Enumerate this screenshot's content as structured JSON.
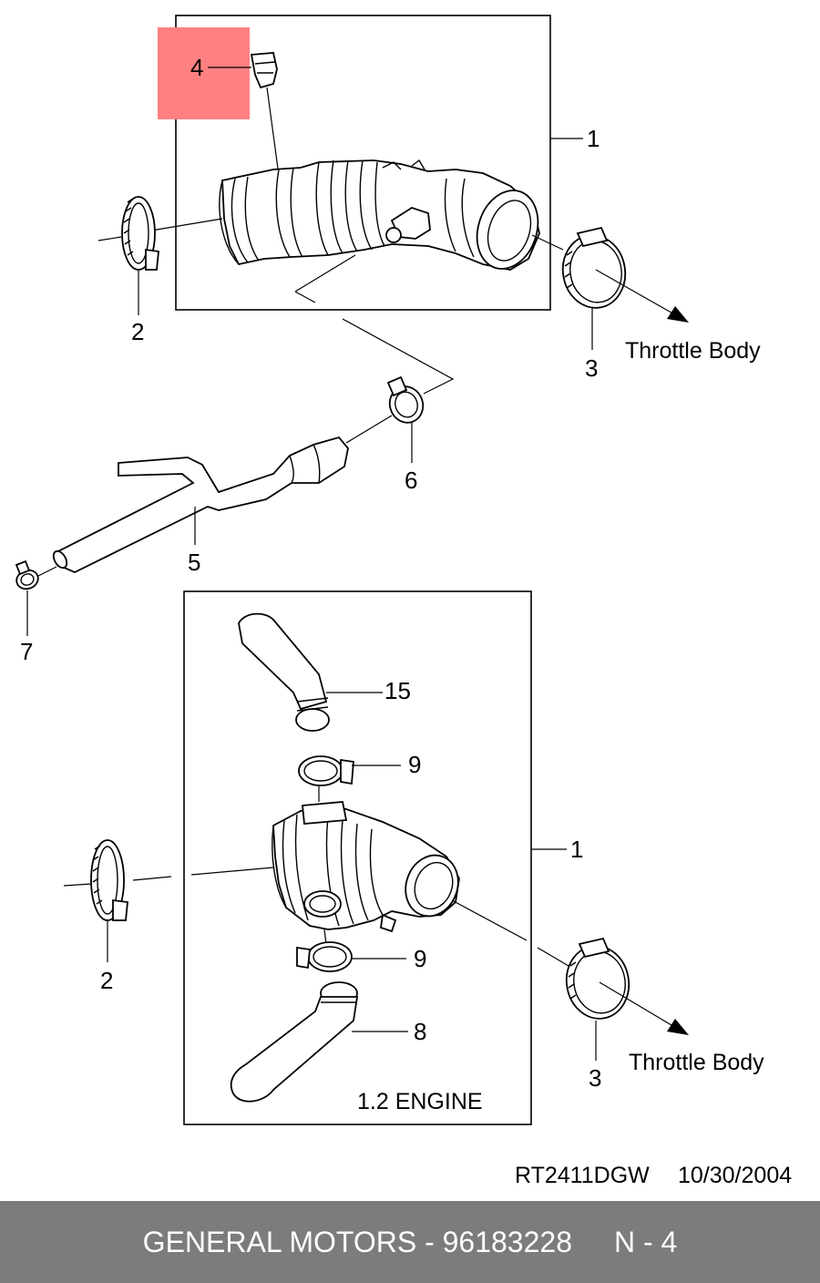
{
  "diagram": {
    "highlight_color": "#ff8080",
    "upper_assembly": {
      "callouts": {
        "part_1": "1",
        "part_2": "2",
        "part_3": "3",
        "part_4": "4",
        "part_5": "5",
        "part_6": "6",
        "part_7": "7"
      },
      "throttle_body_label": "Throttle Body"
    },
    "lower_assembly": {
      "callouts": {
        "part_15": "15",
        "part_9_upper": "9",
        "part_1": "1",
        "part_2": "2",
        "part_9_lower": "9",
        "part_8": "8",
        "part_3": "3"
      },
      "throttle_body_label": "Throttle Body",
      "engine_label": "1.2 ENGINE"
    },
    "drawing_code": "RT2411DGW",
    "drawing_date": "10/30/2004"
  },
  "footer": {
    "brand": "GENERAL MOTORS",
    "separator": "-",
    "part_number": "96183228",
    "page_ref": "N - 4",
    "background_color": "#7c7c7c"
  }
}
